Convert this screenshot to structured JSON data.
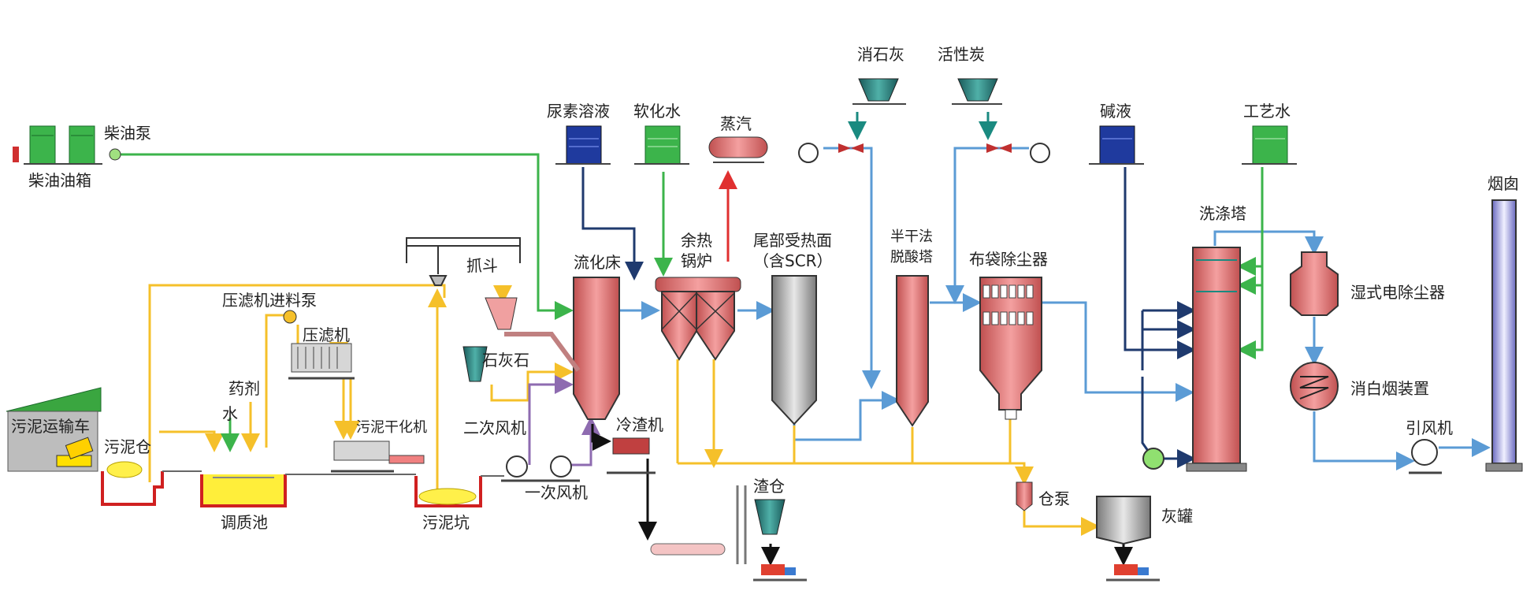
{
  "labels": {
    "diesel_tank": "柴油油箱",
    "diesel_pump": "柴油泵",
    "urea": "尿素溶液",
    "soft_water": "软化水",
    "steam": "蒸汽",
    "slaked_lime": "消石灰",
    "activated_carbon": "活性炭",
    "alkali": "碱液",
    "process_water": "工艺水",
    "chimney": "烟囱",
    "scrubber": "洗涤塔",
    "wet_esp": "湿式电除尘器",
    "plume_device": "消白烟装置",
    "id_fan": "引风机",
    "grab": "抓斗",
    "fluid_bed": "流化床",
    "waste_heat_boiler_1": "余热",
    "waste_heat_boiler_2": "锅炉",
    "tail_heat_1": "尾部受热面",
    "tail_heat_2": "（含SCR）",
    "semi_dry_1": "半干法",
    "semi_dry_2": "脱酸塔",
    "bag_filter": "布袋除尘器",
    "filter_pump": "压滤机进料泵",
    "filter_press": "压滤机",
    "chemical": "药剂",
    "water": "水",
    "sludge_truck": "污泥运输车",
    "sludge_bin": "污泥仓",
    "conditioning_tank": "调质池",
    "sludge_dryer": "污泥干化机",
    "sludge_pit": "污泥坑",
    "limestone": "石灰石",
    "secondary_fan": "二次风机",
    "primary_fan": "一次风机",
    "slag_cooler": "冷渣机",
    "slag_bin": "渣仓",
    "bin_pump": "仓泵",
    "ash_tank": "灰罐"
  },
  "colors": {
    "gas": "#5b9bd5",
    "sludge": "#f5c02a",
    "water": "#3cb44b",
    "chem": "#1f3a6e",
    "steam": "#e03030",
    "air": "#8e6bb0",
    "vessel": "#e88080"
  }
}
